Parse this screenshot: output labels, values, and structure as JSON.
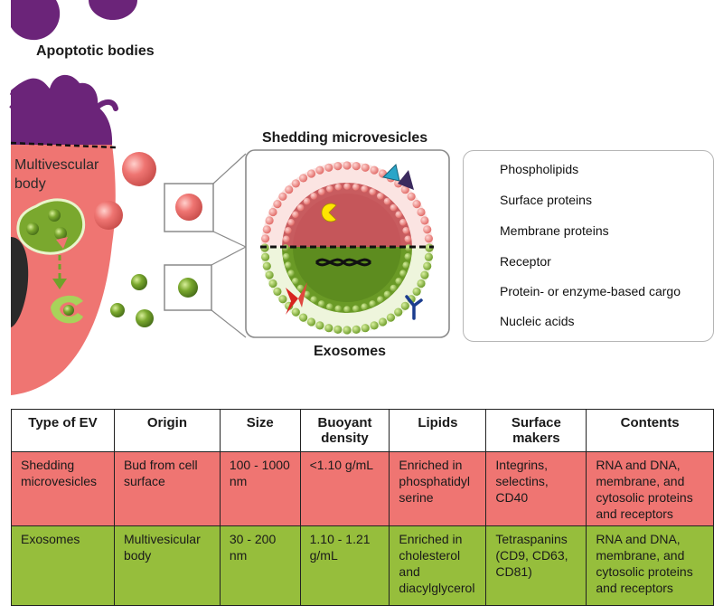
{
  "diagram": {
    "apoptotic_label": "Apoptotic bodies",
    "mvb_label_line1": "Multivescular",
    "mvb_label_line2": "body",
    "shedding_label": "Shedding microvesicles",
    "exosomes_label": "Exosomes",
    "colors": {
      "purple": "#6b2479",
      "salmon": "#ef7572",
      "green": "#7aa82e",
      "dark_green": "#4d7a1e",
      "pink_lipid": "#f08a86"
    }
  },
  "legend": {
    "items": [
      {
        "icon": "phospholipid-icon",
        "label": "Phospholipids"
      },
      {
        "icon": "surface-protein-icon",
        "label": "Surface proteins"
      },
      {
        "icon": "membrane-protein-icon",
        "label": "Membrane proteins"
      },
      {
        "icon": "receptor-icon",
        "label": "Receptor"
      },
      {
        "icon": "cargo-icon",
        "label": "Protein- or enzyme-based cargo"
      },
      {
        "icon": "nucleic-acid-icon",
        "label": "Nucleic acids"
      }
    ]
  },
  "table": {
    "headers": [
      "Type of EV",
      "Origin",
      "Size",
      "Buoyant density",
      "Lipids",
      "Surface makers",
      "Contents"
    ],
    "rows": [
      {
        "type": "Shedding microvesicles",
        "origin": "Bud from cell surface",
        "size": "100 - 1000 nm",
        "density": "<1.10 g/mL",
        "lipids": "Enriched in phosphatidyl serine",
        "markers": "Integrins, selectins, CD40",
        "contents": "RNA and DNA, membrane, and cytosolic proteins and receptors"
      },
      {
        "type": "Exosomes",
        "origin": "Multivesicular body",
        "size": "30 - 200 nm",
        "density": "1.10 - 1.21 g/mL",
        "lipids": "Enriched in cholesterol and diacylglycerol",
        "markers": "Tetraspanins (CD9, CD63, CD81)",
        "contents": "RNA and DNA, membrane, and cytosolic proteins and receptors"
      }
    ]
  }
}
